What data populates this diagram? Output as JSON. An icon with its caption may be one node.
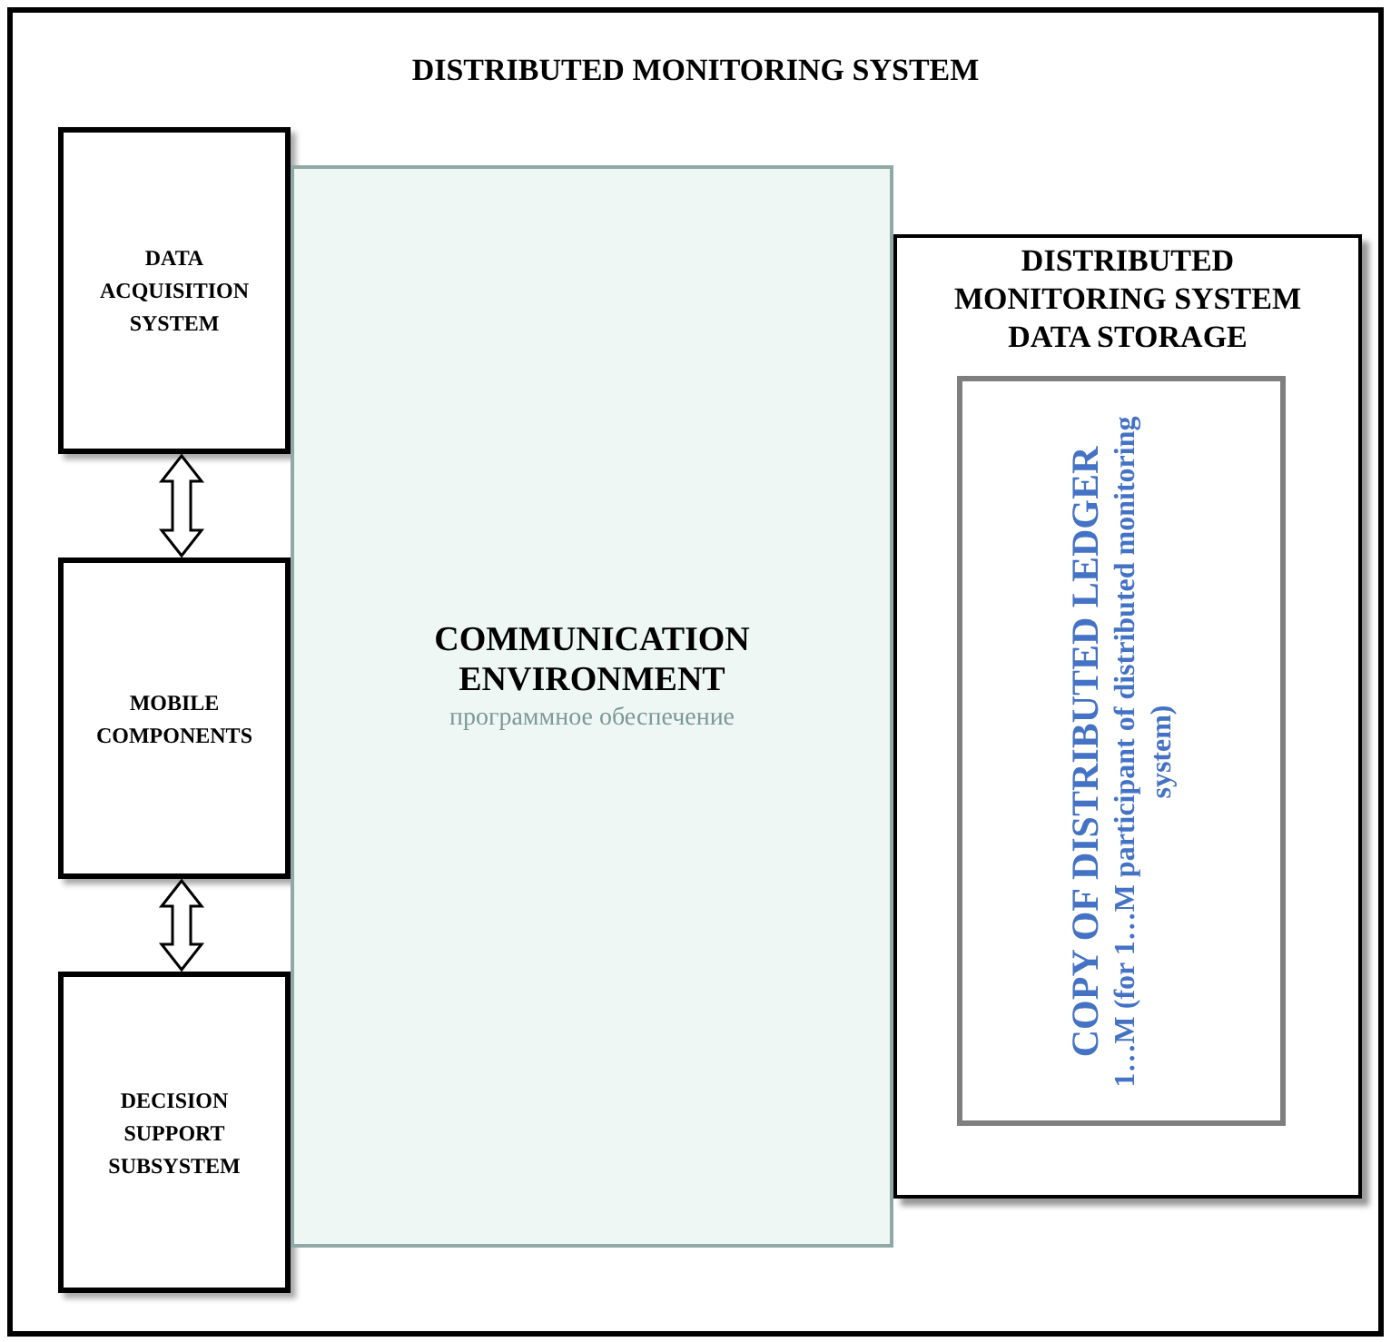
{
  "diagram": {
    "title": "DISTRIBUTED MONITORING SYSTEM",
    "nodes": [
      {
        "text": [
          "DATA ACQUISITION SYSTEM"
        ]
      },
      {
        "text": [
          "MOBILE COMPONENTS"
        ]
      },
      {
        "text": [
          "DECISION SUPPORT SUBSYSTEM"
        ]
      },
      {
        "text": [
          "DISTRIBUTED MONITORING SYSTEM DATA STORAGE"
        ]
      },
      {
        "text": [
          "COPY OF DISTRIBUTED LEDGER",
          "1…M (for 1…M participant of distributed monitoring system)"
        ],
        "in": 3
      },
      {
        "text": [
          "COMMUNICATION ENVIRONMENT",
          "программное обеспечение"
        ]
      }
    ],
    "edges": [
      {
        "from": 0,
        "to": 1,
        "arrow": "both"
      },
      {
        "from": 1,
        "to": 2,
        "arrow": "both"
      }
    ]
  }
}
